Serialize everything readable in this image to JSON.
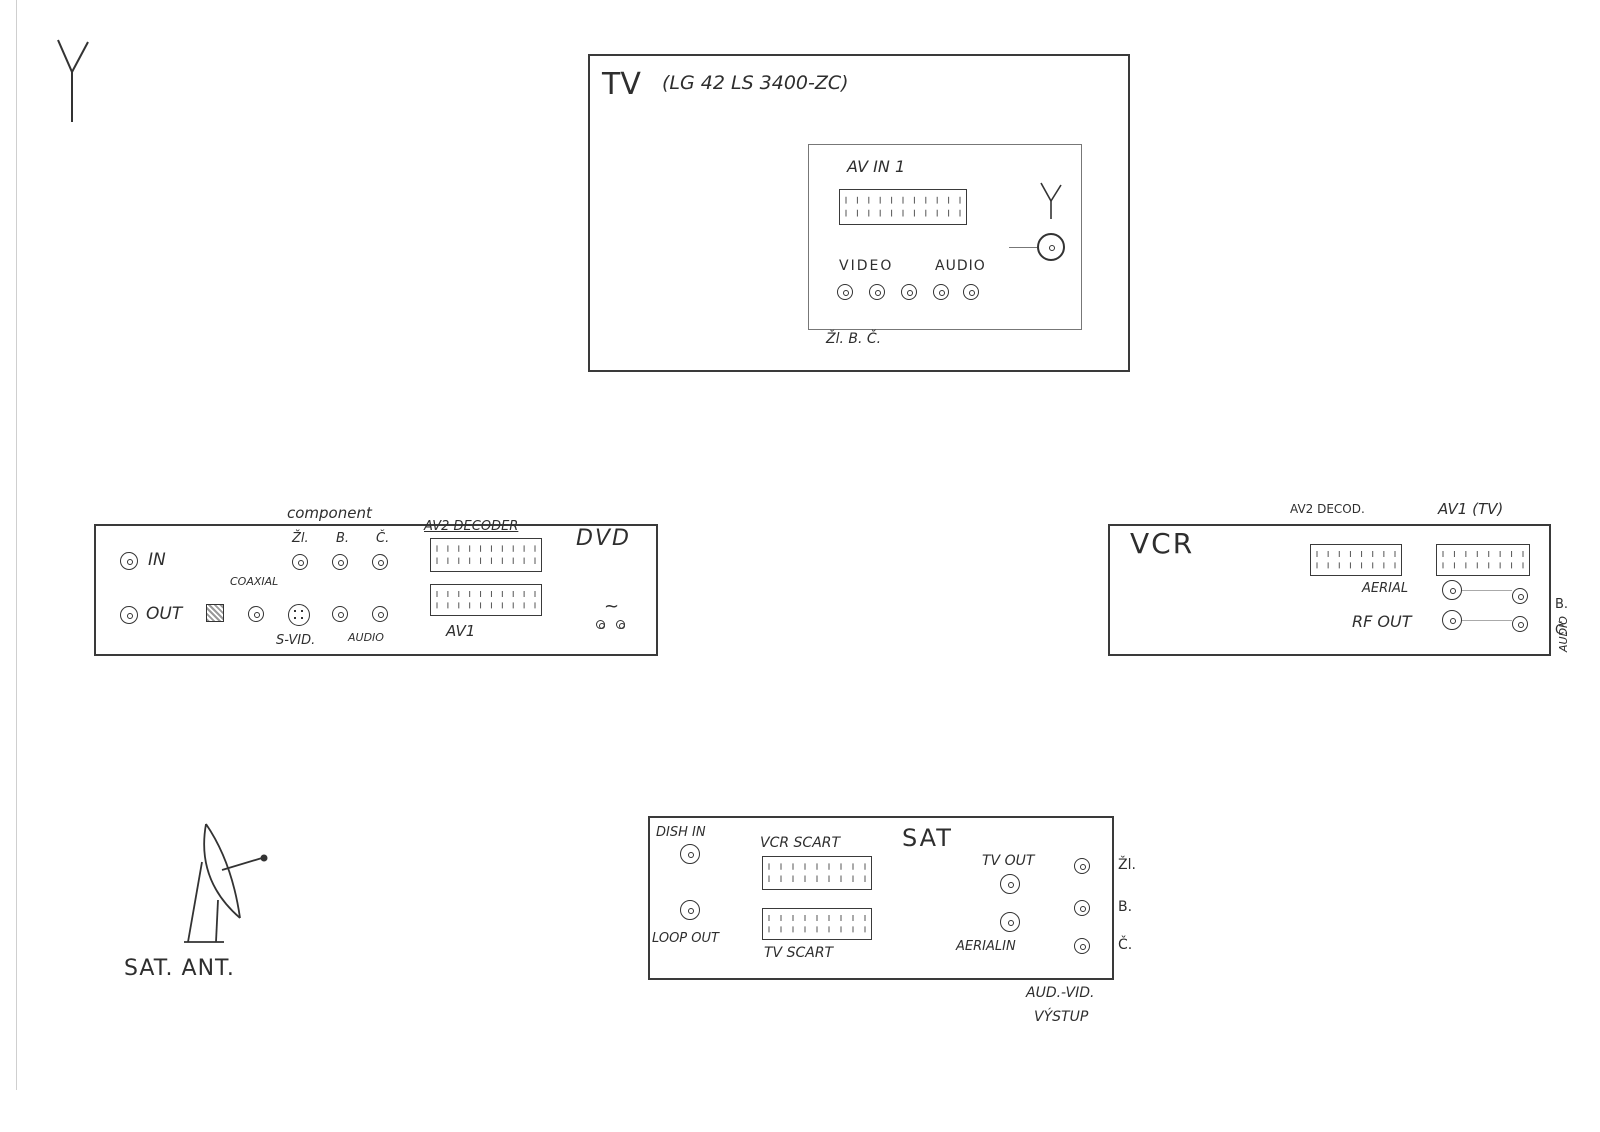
{
  "antenna_label": "",
  "tv": {
    "title": "TV",
    "model": "(LG 42 LS 3400-ZC)",
    "av_in_label": "AV IN 1",
    "video_label": "VIDEO",
    "audio_label": "AUDIO",
    "component_labels": "Žl.  B.  Č."
  },
  "dvd": {
    "title": "DVD",
    "component_label": "component",
    "in_label": "IN",
    "out_label": "OUT",
    "coaxial_label": "COAXIAL",
    "comp_zl": "Žl.",
    "comp_b": "B.",
    "comp_c": "Č.",
    "av2_label": "AV2 DECODER",
    "av1_label": "AV1",
    "svid_label": "S-VID.",
    "audio_label": "AUDIO",
    "power_symbol": "~"
  },
  "vcr": {
    "title": "VCR",
    "av2_label": "AV2 DECOD.",
    "av1_label": "AV1 (TV)",
    "aerial_label": "AERIAL",
    "rfout_label": "RF OUT",
    "b_label": "B.",
    "c_label": "Č.",
    "audio_label": "AUDIO"
  },
  "sat": {
    "title": "SAT",
    "dish_in_label": "DISH IN",
    "loop_out_label": "LOOP OUT",
    "vcr_scart_label": "VCR SCART",
    "tv_scart_label": "TV SCART",
    "tv_out_label": "TV OUT",
    "aerial_in_label": "AERIALIN",
    "zl_label": "Žl.",
    "b_label": "B.",
    "c_label": "Č.",
    "audvid_label": "AUD.-VID.",
    "vystup_label": "VÝSTUP"
  },
  "sat_antenna": {
    "label": "SAT. ANT."
  },
  "colors": {
    "ink": "#2e2e2e",
    "paper": "#ffffff"
  }
}
